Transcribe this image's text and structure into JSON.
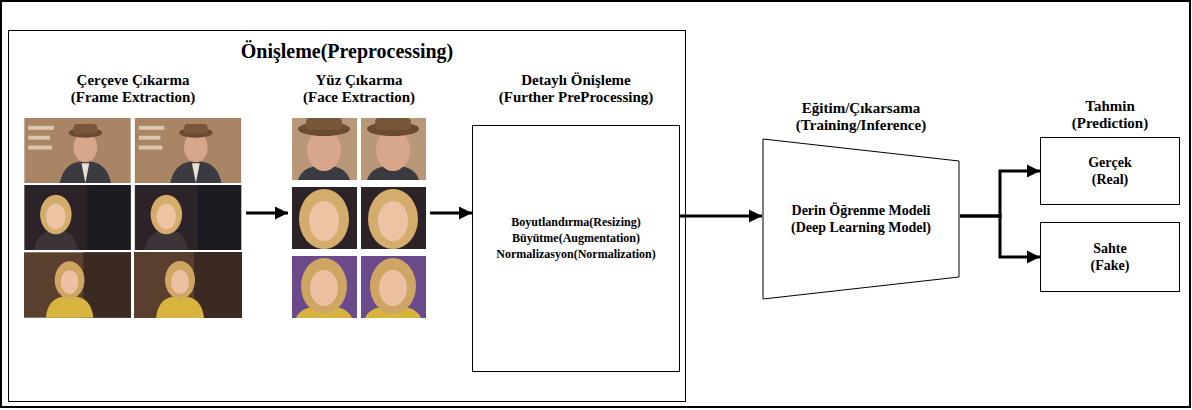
{
  "diagram": {
    "nodes": [
      {
        "text": [
          "Önişleme(Preprocessing)"
        ]
      },
      {
        "text": [
          "Çerçeve Çıkarma (Frame Extraction)"
        ],
        "in": 0
      },
      {
        "text": [
          "Yüz Çıkarma (Face Extraction)"
        ],
        "in": 0
      },
      {
        "text": [
          "Detaylı Önişleme (Further PreProcessing)",
          "Boyutlandırma(Resizing) Büyütme(Augmentation) Normalizasyon(Normalization)"
        ],
        "in": 0
      },
      {
        "text": [
          "Eğitim/Çıkarsama (Training/Inference)",
          "Derin Öğrenme Modeli (Deep Learning Model)"
        ]
      },
      {
        "text": [
          "Gerçek (Real)"
        ]
      },
      {
        "text": [
          "Sahte (Fake)"
        ]
      }
    ],
    "edges": [
      {
        "from": 1,
        "to": 2,
        "arrow": "to"
      },
      {
        "from": 2,
        "to": 3,
        "arrow": "to"
      },
      {
        "from": 3,
        "to": 4,
        "arrow": "to"
      },
      {
        "from": 4,
        "to": 5,
        "arrow": "to"
      },
      {
        "from": 4,
        "to": 6,
        "arrow": "to"
      }
    ],
    "labels": [
      "Tahmin (Prediction)"
    ]
  }
}
